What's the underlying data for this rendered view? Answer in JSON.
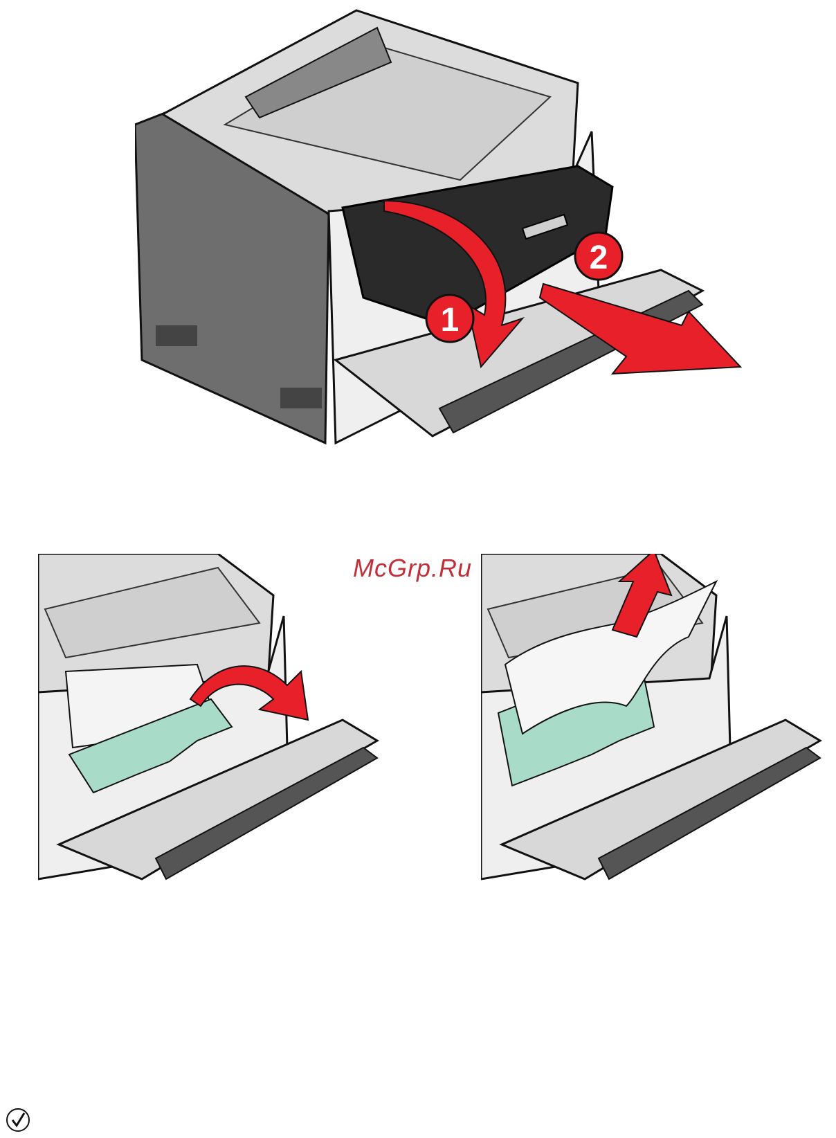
{
  "watermark": {
    "text": "McGrp.Ru"
  },
  "figures": {
    "top": {
      "step_1": "1",
      "step_2": "2"
    }
  },
  "icons": {
    "note": "checkmark-circle-icon"
  },
  "colors": {
    "accent_red": "#e8202a",
    "teal": "#a8dcc8",
    "printer_dark": "#707070",
    "printer_light": "#e6e6e6"
  }
}
